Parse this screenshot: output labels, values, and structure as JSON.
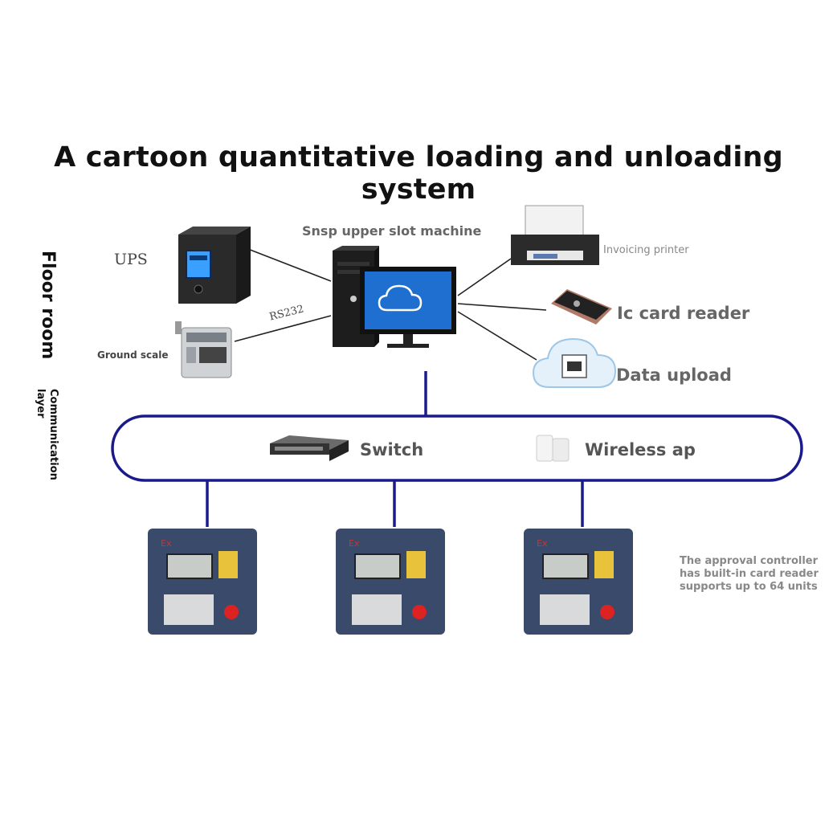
{
  "title": "A cartoon quantitative loading and unloading system",
  "layers": {
    "floor_room": "Floor room",
    "communication_layer": "Communication layer"
  },
  "devices": {
    "ups": "UPS",
    "ground_scale": "Ground scale",
    "rs232": "RS232",
    "host": "Snsp upper slot machine",
    "printer": "Invoicing printer",
    "card_reader": "Ic card reader",
    "data_upload": "Data upload",
    "switch": "Switch",
    "wireless_ap": "Wireless ap"
  },
  "controllers": {
    "count_shown": 3,
    "badge": "Ex",
    "note": "The approval controller has built-in card reader supports up to 64 units"
  },
  "colors": {
    "bus_line": "#1a1a8c",
    "controller_body": "#3a4a6b",
    "screen_blue": "#1e6fd0"
  }
}
